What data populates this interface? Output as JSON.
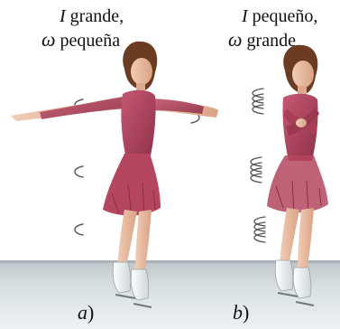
{
  "panels": [
    {
      "id": "a",
      "caption_line1_symbol": "I",
      "caption_line1_text": " grande,",
      "caption_line2_symbol": "ω",
      "caption_line2_text": " pequeña",
      "panel_label_letter": "a",
      "panel_label_paren": ")"
    },
    {
      "id": "b",
      "caption_line1_symbol": "I",
      "caption_line1_text": " pequeño,",
      "caption_line2_symbol": "ω",
      "caption_line2_text": " grande",
      "panel_label_letter": "b",
      "panel_label_paren": ")"
    }
  ],
  "colors": {
    "dress": "#b3455e",
    "skin": "#e9bba0",
    "hair": "#6b3b22",
    "ice": "#d8dee0"
  }
}
